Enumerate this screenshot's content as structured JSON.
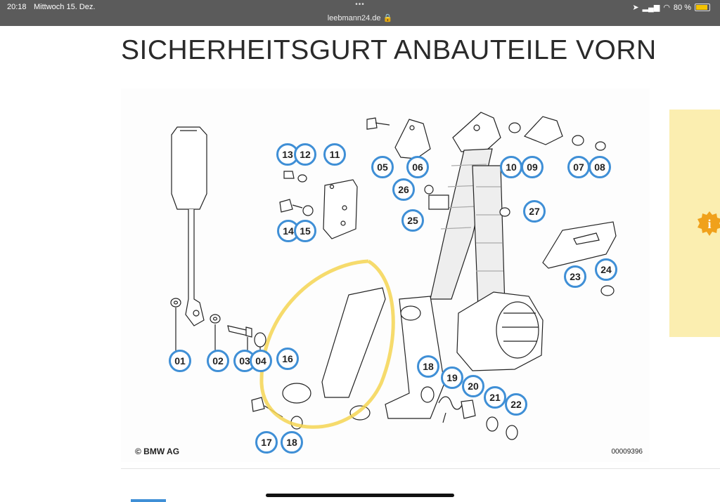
{
  "status_bar": {
    "time": "20:18",
    "date": "Mittwoch 15. Dez.",
    "dots": "•••",
    "url": "leebmann24.de 🔒",
    "battery": "80 %"
  },
  "page": {
    "title": "SICHERHEITSGURT ANBAUTEILE VORN"
  },
  "diagram": {
    "copyright": "© BMW AG",
    "code": "00009396",
    "highlight_color": "#f5d552",
    "callout_color": "#3f8fd6",
    "callouts": [
      "13",
      "12",
      "11",
      "05",
      "06",
      "10",
      "09",
      "07",
      "08",
      "26",
      "25",
      "27",
      "14",
      "15",
      "23",
      "24",
      "01",
      "02",
      "03",
      "04",
      "16",
      "18",
      "19",
      "20",
      "21",
      "22",
      "17",
      "18"
    ]
  },
  "side_panel": {
    "background": "#fbeeb0",
    "icon": "info-icon"
  }
}
